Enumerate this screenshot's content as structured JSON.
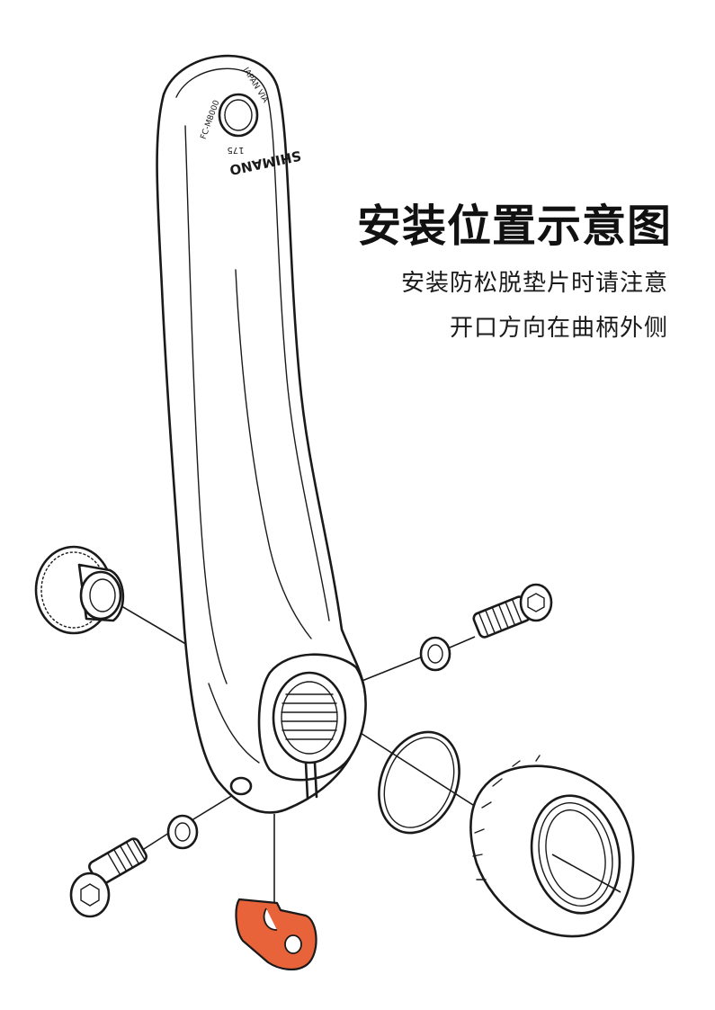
{
  "title": "安装位置示意图",
  "subtitle_line1": "安装防松脱垫片时请注意",
  "subtitle_line2": "开口方向在曲柄外侧",
  "crank_marks": {
    "brand": "SHIMANO",
    "model": "FC-M8000",
    "origin": "JAPAN VIA",
    "length": "175"
  },
  "colors": {
    "background": "#ffffff",
    "line": "#1a1a1a",
    "highlight_plate": "#e8633a"
  }
}
